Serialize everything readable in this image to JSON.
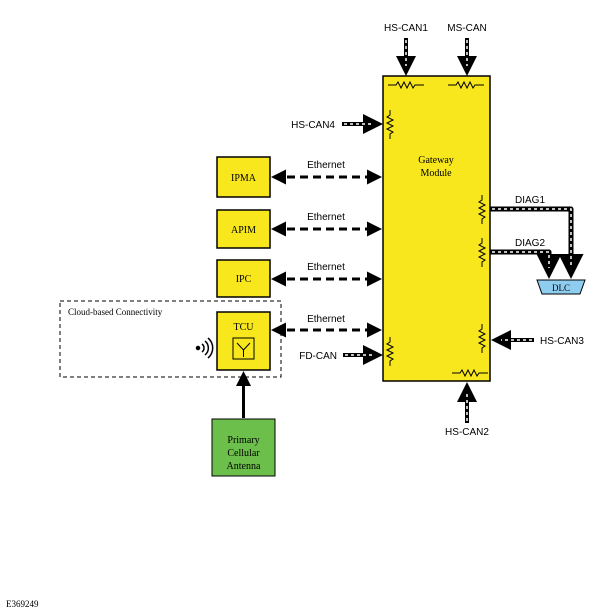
{
  "diagram": {
    "gateway": {
      "line1": "Gateway",
      "line2": "Module"
    },
    "modules": {
      "ipma": "IPMA",
      "apim": "APIM",
      "ipc": "IPC",
      "tcu": "TCU"
    },
    "ethernet_label": "Ethernet",
    "cloud_label": "Cloud-based Connectivity",
    "antenna": {
      "line1": "Primary",
      "line2": "Cellular",
      "line3": "Antenna"
    },
    "dlc": "DLC",
    "buses": {
      "hs_can1": "HS-CAN1",
      "ms_can": "MS-CAN",
      "hs_can4": "HS-CAN4",
      "diag1": "DIAG1",
      "diag2": "DIAG2",
      "hs_can3": "HS-CAN3",
      "fd_can": "FD-CAN",
      "hs_can2": "HS-CAN2"
    },
    "figure_id": "E369249",
    "colors": {
      "module_fill": "#f7e71c",
      "antenna_fill": "#6cbf4b",
      "dlc_fill": "#8ecdef",
      "line": "#000000"
    }
  }
}
